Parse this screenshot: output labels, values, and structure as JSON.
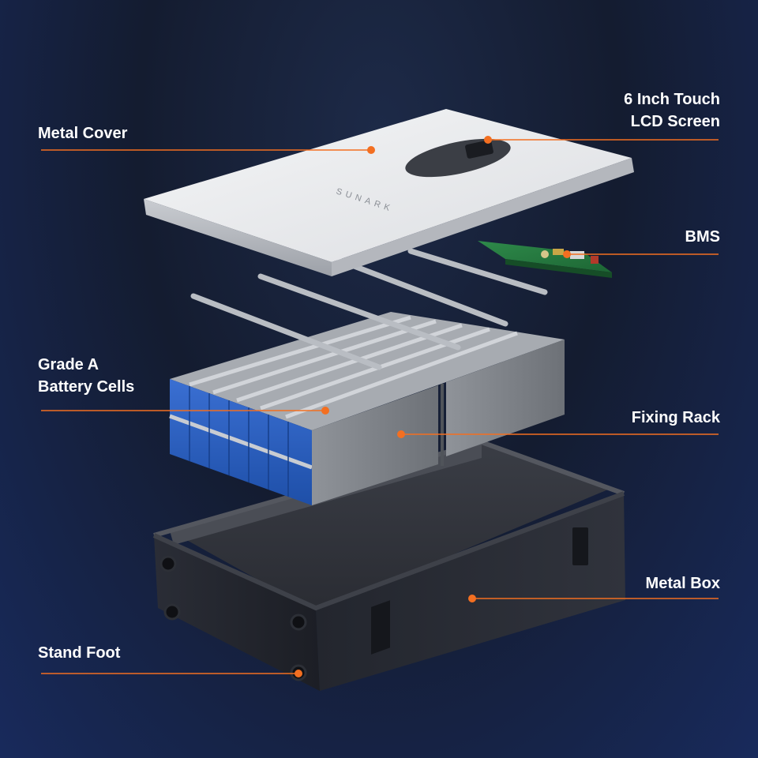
{
  "brand": "SUNARK",
  "accent_color": "#f36f21",
  "components": {
    "metal_cover": "Metal Cover",
    "lcd_screen": [
      "6 Inch Touch",
      "LCD Screen"
    ],
    "bms": "BMS",
    "battery_cells": [
      "Grade A",
      "Battery Cells"
    ],
    "fixing_rack": "Fixing Rack",
    "metal_box": "Metal Box",
    "stand_foot": "Stand Foot"
  }
}
